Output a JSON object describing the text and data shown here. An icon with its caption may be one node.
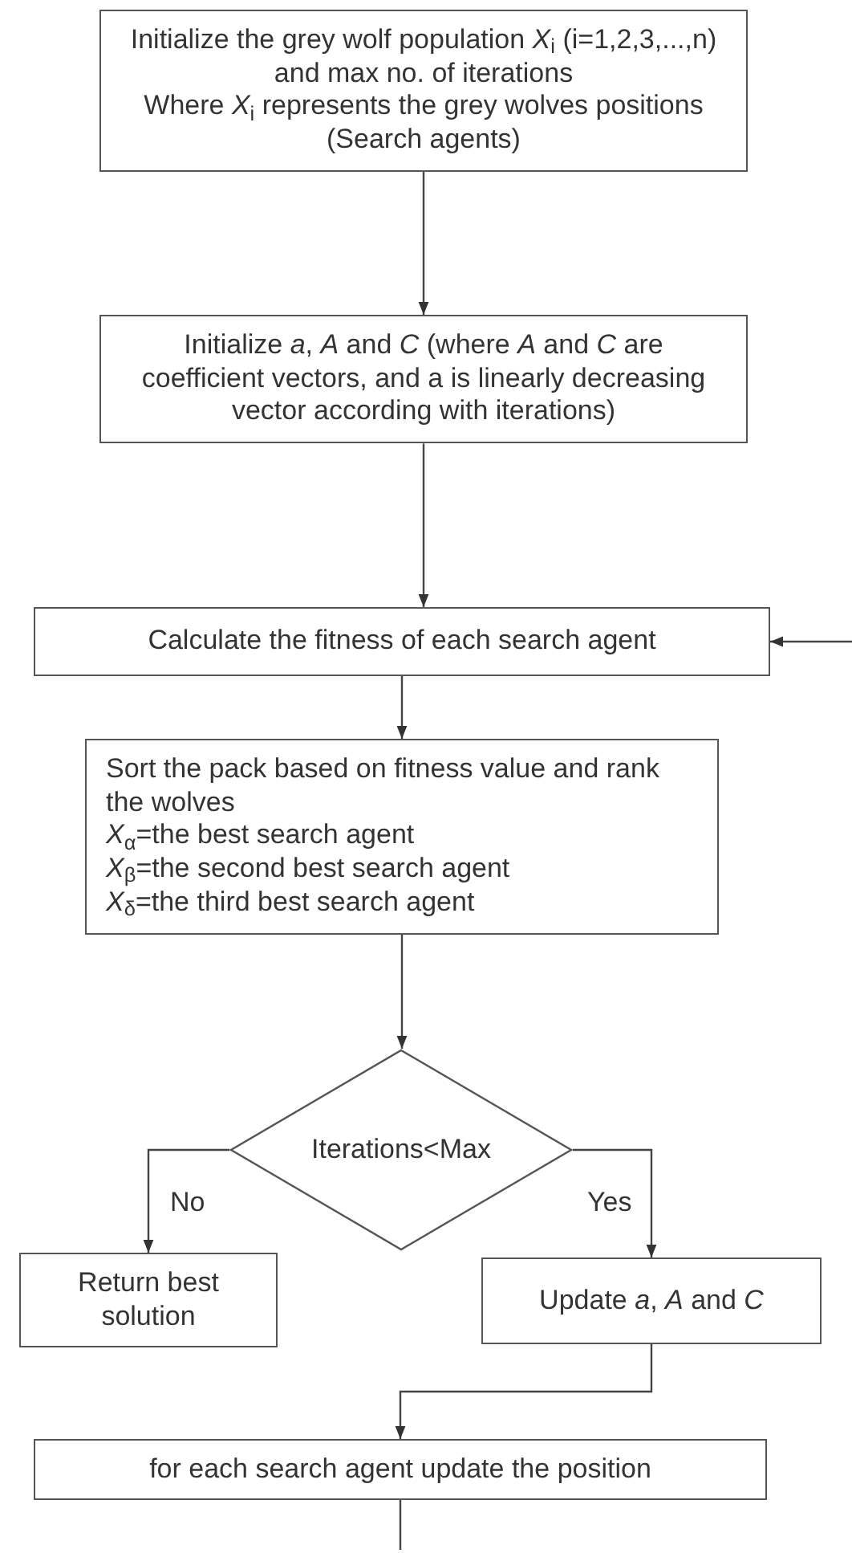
{
  "diagram": {
    "nodes": [
      {
        "text": [
          "Initialize the grey wolf population *X*$_{i}$ (i=1,2,3,...,n) and max no. of iterations",
          "Where *X*$_{i}$ represents the grey wolves positions (Search agents)"
        ]
      },
      {
        "text": [
          "Initialize *a*, *A* and *C* (where *A* and *C* are coefficient vectors, and a is linearly decreasing vector according with iterations)"
        ]
      },
      {
        "text": [
          "Calculate the fitness of each search agent"
        ]
      },
      {
        "text": [
          "Sort the pack based on fitness value and rank the wolves",
          "*X*$_{α}$=the best search agent",
          "*X*$_{β}$=the second best search agent",
          "*X*$_{δ}$=the third best search agent"
        ]
      },
      {
        "text": [
          "Iterations<Max"
        ]
      },
      {
        "text": [
          "Return best solution"
        ]
      },
      {
        "text": [
          "Update *a*, *A* and *C*"
        ]
      },
      {
        "text": [
          "for each search agent update the position"
        ]
      }
    ],
    "edges": [
      {
        "from": 0,
        "to": 1,
        "arrow": "to"
      },
      {
        "from": 1,
        "to": 2,
        "arrow": "to"
      },
      {
        "from": 2,
        "to": 3,
        "arrow": "to"
      },
      {
        "from": 3,
        "to": 4,
        "arrow": "to"
      },
      {
        "from": 4,
        "to": 5,
        "arrow": "to",
        "label": "No"
      },
      {
        "from": 4,
        "to": 6,
        "arrow": "to",
        "label": "Yes"
      },
      {
        "from": 6,
        "to": 7,
        "arrow": "to"
      },
      {
        "from": 7,
        "to": null,
        "arrow": "none"
      },
      {
        "from": null,
        "to": 2,
        "arrow": "to"
      }
    ]
  }
}
